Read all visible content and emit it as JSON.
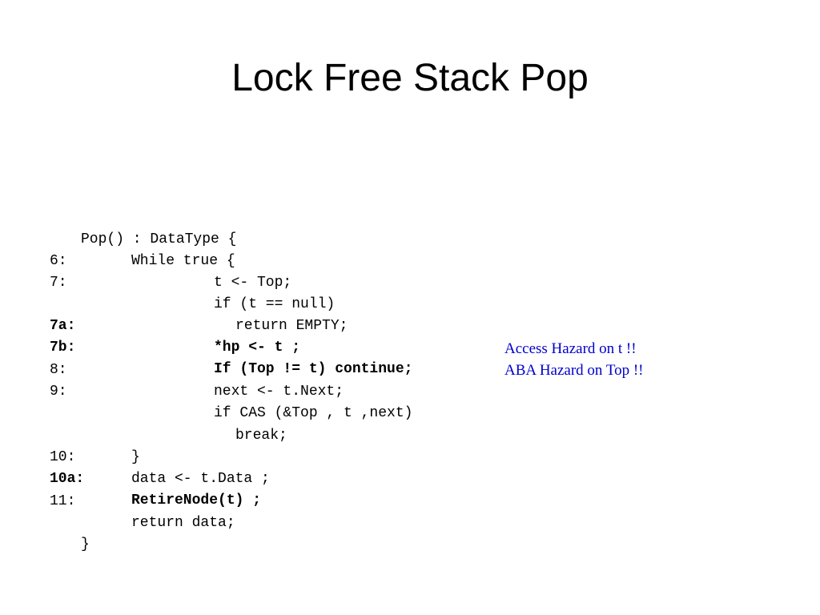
{
  "slide": {
    "title": "Lock Free Stack Pop"
  },
  "code": {
    "lines": [
      {
        "num": "",
        "text": "Pop() : DataType {"
      },
      {
        "num": "",
        "text": "While true {"
      },
      {
        "num": "6:",
        "text": "t <- Top;"
      },
      {
        "num": "7:",
        "text": "if (t == null)"
      },
      {
        "num": "",
        "text": "return EMPTY;"
      },
      {
        "num": "7a:",
        "text": "*hp <- t ;"
      },
      {
        "num": "7b:",
        "text": "If (Top != t) continue;"
      },
      {
        "num": "8:",
        "text": "next <- t.Next;"
      },
      {
        "num": "9:",
        "text": "if CAS (&Top , t ,next)"
      },
      {
        "num": "",
        "text": "break;"
      },
      {
        "num": "",
        "text": "}"
      },
      {
        "num": "10:",
        "text": "data <- t.Data ;"
      },
      {
        "num": "10a:",
        "text": "RetireNode(t) ;"
      },
      {
        "num": "11:",
        "text": "return data;"
      },
      {
        "num": "",
        "text": "}"
      }
    ]
  },
  "annotations": {
    "access_hazard": "Access Hazard on t !!",
    "aba_hazard": "ABA Hazard on Top !!"
  },
  "colors": {
    "annotation": "#0000cc",
    "text": "#000000",
    "background": "#ffffff"
  }
}
